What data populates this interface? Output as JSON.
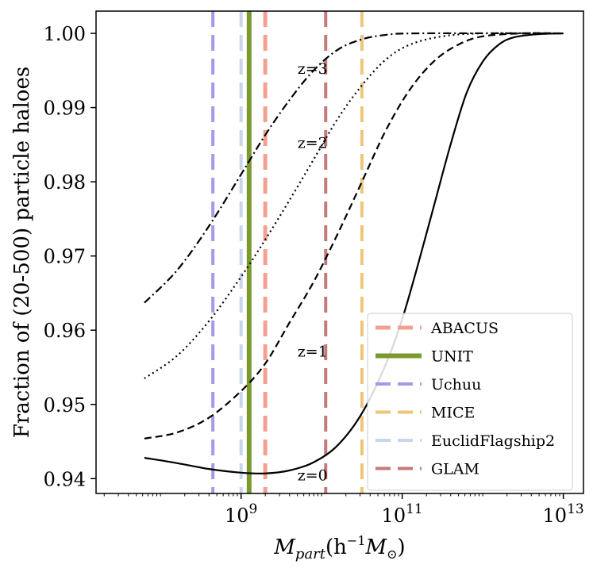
{
  "chart_data": {
    "type": "line",
    "ylabel": "Fraction of (20-500) particle haloes",
    "xlabel_main": "M",
    "xlabel_sub": "part",
    "xlabel_unit": "(h",
    "xlabel_exp": "−1",
    "xlabel_m": "M",
    "xlabel_sun": "⊙",
    "xlabel_close": ")",
    "xscale": "log",
    "xlim_log10": [
      7.2,
      13.25
    ],
    "ylim": [
      0.938,
      1.003
    ],
    "grid": false,
    "x_ticks": [
      {
        "base": "10",
        "exp": "9",
        "value": 9
      },
      {
        "base": "10",
        "exp": "11",
        "value": 11
      },
      {
        "base": "10",
        "exp": "13",
        "value": 13
      }
    ],
    "y_ticks": [
      "0.94",
      "0.95",
      "0.96",
      "0.97",
      "0.98",
      "0.99",
      "1.00"
    ],
    "y_tick_values": [
      0.94,
      0.95,
      0.96,
      0.97,
      0.98,
      0.99,
      1.0
    ],
    "series": [
      {
        "label": "z=0",
        "dash": "solid",
        "label_pos": {
          "log10x": 9.7,
          "y": 0.9405
        },
        "points": [
          [
            7.8,
            0.9428
          ],
          [
            8.2,
            0.9421
          ],
          [
            8.6,
            0.9413
          ],
          [
            9.0,
            0.9408
          ],
          [
            9.3,
            0.9407
          ],
          [
            9.6,
            0.9411
          ],
          [
            9.9,
            0.9422
          ],
          [
            10.2,
            0.9445
          ],
          [
            10.5,
            0.9488
          ],
          [
            10.8,
            0.9555
          ],
          [
            11.0,
            0.9615
          ],
          [
            11.2,
            0.969
          ],
          [
            11.4,
            0.977
          ],
          [
            11.6,
            0.985
          ],
          [
            11.8,
            0.992
          ],
          [
            12.0,
            0.9962
          ],
          [
            12.2,
            0.9985
          ],
          [
            12.4,
            0.9995
          ],
          [
            12.7,
            0.9999
          ],
          [
            13.0,
            1.0
          ]
        ]
      },
      {
        "label": "z=1",
        "dash": "dashed",
        "label_pos": {
          "log10x": 9.7,
          "y": 0.9572
        },
        "points": [
          [
            7.8,
            0.9454
          ],
          [
            8.2,
            0.9462
          ],
          [
            8.6,
            0.9482
          ],
          [
            9.0,
            0.9518
          ],
          [
            9.3,
            0.9555
          ],
          [
            9.6,
            0.961
          ],
          [
            9.9,
            0.9665
          ],
          [
            10.2,
            0.973
          ],
          [
            10.5,
            0.98
          ],
          [
            10.8,
            0.987
          ],
          [
            11.1,
            0.9925
          ],
          [
            11.4,
            0.9963
          ],
          [
            11.7,
            0.9985
          ],
          [
            12.0,
            0.9996
          ],
          [
            12.5,
            1.0
          ],
          [
            13.0,
            1.0
          ]
        ]
      },
      {
        "label": "z=2",
        "dash": "dotted",
        "label_pos": {
          "log10x": 9.7,
          "y": 0.9853
        },
        "points": [
          [
            7.8,
            0.9535
          ],
          [
            8.2,
            0.9565
          ],
          [
            8.6,
            0.9612
          ],
          [
            9.0,
            0.9672
          ],
          [
            9.3,
            0.9722
          ],
          [
            9.6,
            0.9775
          ],
          [
            9.9,
            0.983
          ],
          [
            10.2,
            0.9885
          ],
          [
            10.5,
            0.993
          ],
          [
            10.8,
            0.9965
          ],
          [
            11.1,
            0.9985
          ],
          [
            11.5,
            0.9996
          ],
          [
            12.0,
            1.0
          ],
          [
            13.0,
            1.0
          ]
        ]
      },
      {
        "label": "z=3",
        "dash": "dashdot",
        "label_pos": {
          "log10x": 9.7,
          "y": 0.9953
        },
        "points": [
          [
            7.8,
            0.9637
          ],
          [
            8.2,
            0.968
          ],
          [
            8.6,
            0.974
          ],
          [
            9.0,
            0.981
          ],
          [
            9.3,
            0.9863
          ],
          [
            9.6,
            0.991
          ],
          [
            9.9,
            0.995
          ],
          [
            10.2,
            0.9978
          ],
          [
            10.5,
            0.9992
          ],
          [
            10.8,
            0.9998
          ],
          [
            11.2,
            1.0
          ],
          [
            13.0,
            1.0
          ]
        ]
      }
    ],
    "vlines": [
      {
        "name": "ABACUS",
        "log10x": 9.3,
        "color": "#f4a090",
        "dash": "dashed",
        "width": 5
      },
      {
        "name": "UNIT",
        "log10x": 9.1,
        "color": "#7a9a2f",
        "dash": "solid",
        "width": 6
      },
      {
        "name": "Uchuu",
        "log10x": 8.65,
        "color": "#a898e8",
        "dash": "dashed",
        "width": 4
      },
      {
        "name": "MICE",
        "log10x": 10.5,
        "color": "#ecc67a",
        "dash": "dashed",
        "width": 4
      },
      {
        "name": "EuclidFlagship2",
        "log10x": 9.0,
        "color": "#c8d6ec",
        "dash": "dashed",
        "width": 4
      },
      {
        "name": "GLAM",
        "log10x": 10.05,
        "color": "#c47a7a",
        "dash": "dashed",
        "width": 4
      }
    ],
    "legend": {
      "placement": "lower-right",
      "entries": [
        "ABACUS",
        "UNIT",
        "Uchuu",
        "MICE",
        "EuclidFlagship2",
        "GLAM"
      ]
    }
  }
}
